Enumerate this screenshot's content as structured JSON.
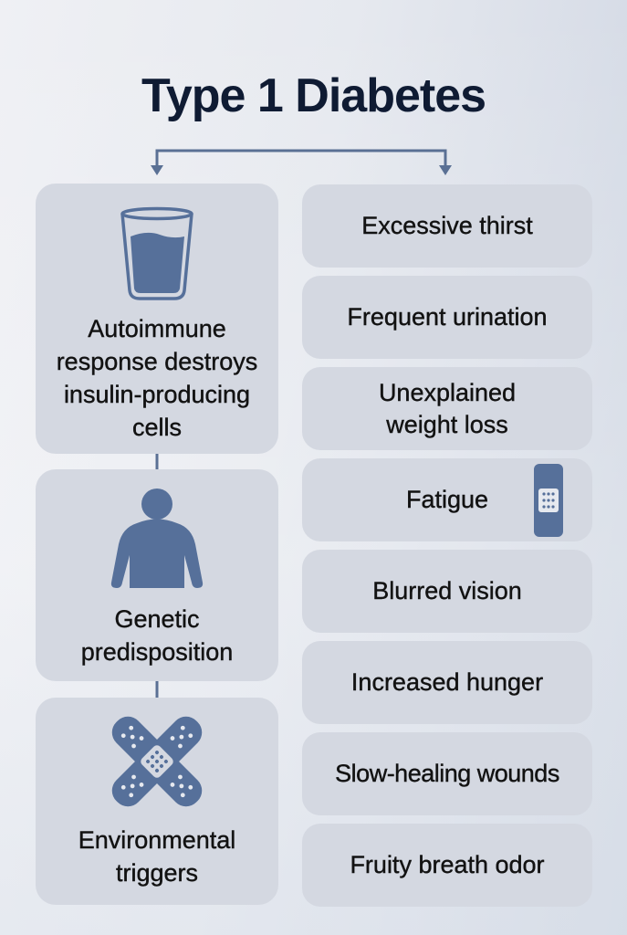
{
  "title": "Type 1 Diabetes",
  "colors": {
    "title": "#0f1b33",
    "icon": "#56709a",
    "card": "#d4d8e1",
    "connector": "#5a7094"
  },
  "causes": [
    {
      "label": "Autoimmune response destroys insulin-producing cells",
      "icon": "glass-of-water-icon"
    },
    {
      "label": "Genetic predisposition",
      "icon": "person-icon"
    },
    {
      "label": "Environmental triggers",
      "icon": "crossed-bandages-icon"
    }
  ],
  "symptoms": [
    {
      "label": "Excessive thirst"
    },
    {
      "label": "Frequent urination"
    },
    {
      "label": "Unexplained weight loss"
    },
    {
      "label": "Fatigue",
      "icon": "bandage-icon"
    },
    {
      "label": "Blurred vision"
    },
    {
      "label": "Increased hunger"
    },
    {
      "label": "Slow-healing wounds"
    },
    {
      "label": "Fruity breath odor"
    }
  ]
}
